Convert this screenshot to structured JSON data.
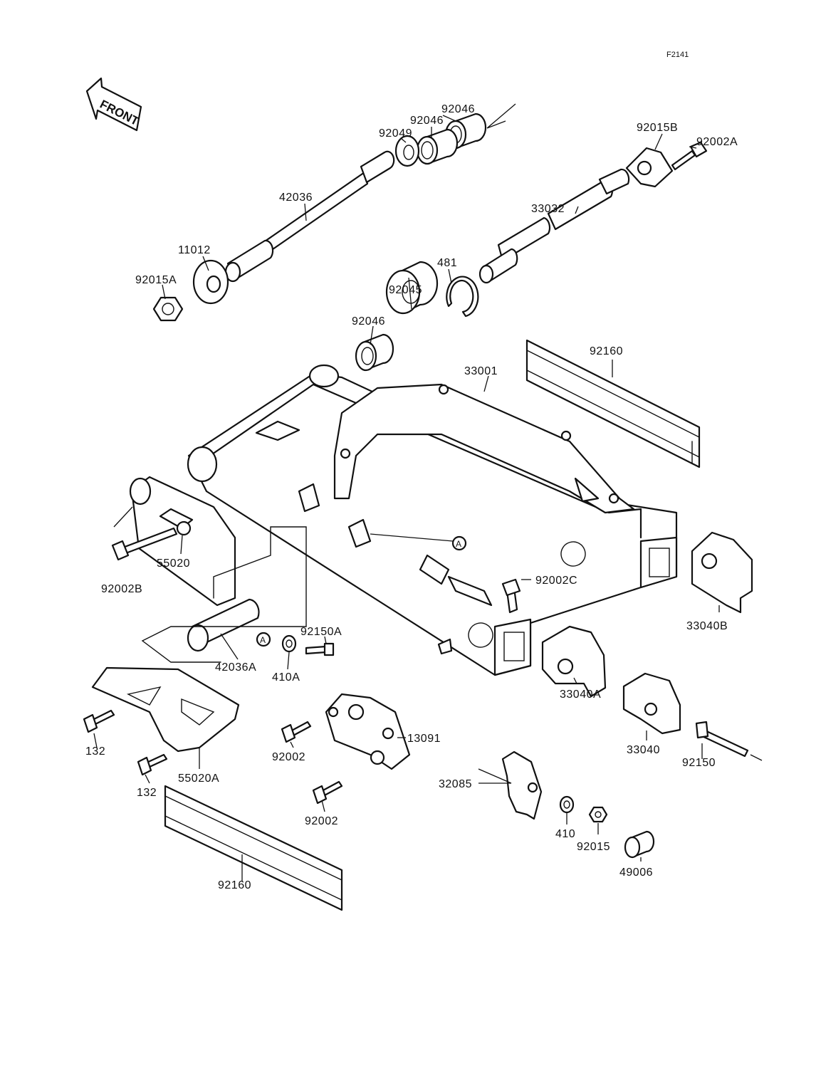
{
  "figure_ref": "F2141",
  "front_label": "FRONT",
  "callout_a": "A",
  "parts": [
    {
      "id": "92046",
      "label": "92046"
    },
    {
      "id": "92046b",
      "label": "92046"
    },
    {
      "id": "92049",
      "label": "92049"
    },
    {
      "id": "92015B",
      "label": "92015B"
    },
    {
      "id": "92002A",
      "label": "92002A"
    },
    {
      "id": "42036",
      "label": "42036"
    },
    {
      "id": "33032",
      "label": "33032"
    },
    {
      "id": "11012",
      "label": "11012"
    },
    {
      "id": "481",
      "label": "481"
    },
    {
      "id": "92015A",
      "label": "92015A"
    },
    {
      "id": "92045",
      "label": "92045"
    },
    {
      "id": "92046c",
      "label": "92046"
    },
    {
      "id": "92160",
      "label": "92160"
    },
    {
      "id": "33001",
      "label": "33001"
    },
    {
      "id": "55020",
      "label": "55020"
    },
    {
      "id": "92002B",
      "label": "92002B"
    },
    {
      "id": "92002C",
      "label": "92002C"
    },
    {
      "id": "33040B",
      "label": "33040B"
    },
    {
      "id": "92150A",
      "label": "92150A"
    },
    {
      "id": "42036A",
      "label": "42036A"
    },
    {
      "id": "410A",
      "label": "410A"
    },
    {
      "id": "33040A",
      "label": "33040A"
    },
    {
      "id": "13091",
      "label": "13091"
    },
    {
      "id": "132",
      "label": "132"
    },
    {
      "id": "92002",
      "label": "92002"
    },
    {
      "id": "33040",
      "label": "33040"
    },
    {
      "id": "92150",
      "label": "92150"
    },
    {
      "id": "55020A",
      "label": "55020A"
    },
    {
      "id": "132b",
      "label": "132"
    },
    {
      "id": "32085",
      "label": "32085"
    },
    {
      "id": "92002b",
      "label": "92002"
    },
    {
      "id": "410",
      "label": "410"
    },
    {
      "id": "92015",
      "label": "92015"
    },
    {
      "id": "49006",
      "label": "49006"
    },
    {
      "id": "92160b",
      "label": "92160"
    }
  ]
}
